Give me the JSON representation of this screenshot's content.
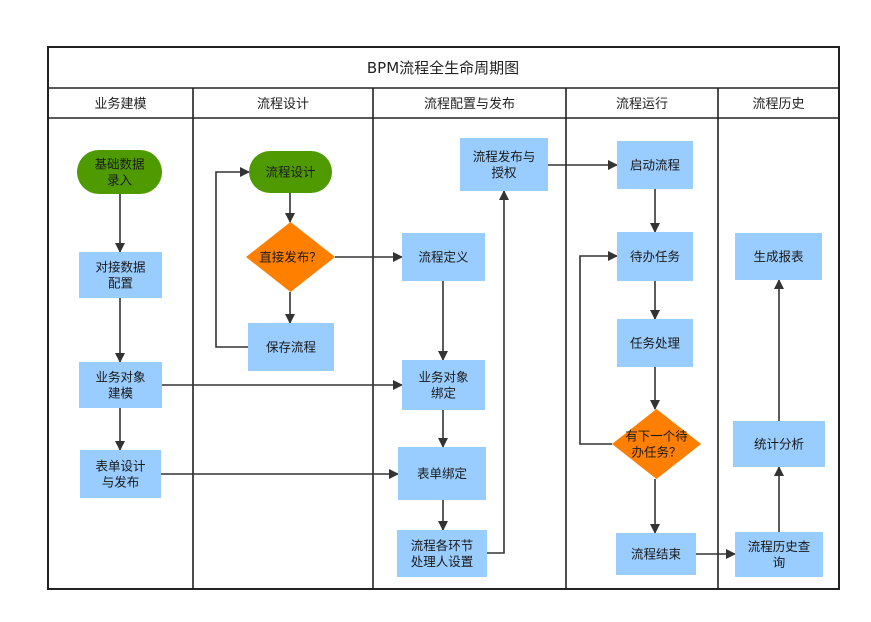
{
  "title": "BPM流程全生命周期图",
  "colors": {
    "process_fill": "#99ccff",
    "start_fill": "#4f9a00",
    "decision_fill": "#ff7f00",
    "line": "#333333",
    "frame": "#222222"
  },
  "lanes": [
    {
      "id": "lane-business-modeling",
      "label": "业务建模"
    },
    {
      "id": "lane-process-design",
      "label": "流程设计"
    },
    {
      "id": "lane-config-publish",
      "label": "流程配置与发布"
    },
    {
      "id": "lane-process-run",
      "label": "流程运行"
    },
    {
      "id": "lane-process-history",
      "label": "流程历史"
    }
  ],
  "nodes": [
    {
      "id": "basic-data-entry",
      "type": "start",
      "lane": 0,
      "lines": [
        "基础数据",
        "录入"
      ]
    },
    {
      "id": "dock-data-config",
      "type": "process",
      "lane": 0,
      "lines": [
        "对接数据",
        "配置"
      ]
    },
    {
      "id": "business-object-modeling",
      "type": "process",
      "lane": 0,
      "lines": [
        "业务对象",
        "建模"
      ]
    },
    {
      "id": "form-design-publish",
      "type": "process",
      "lane": 0,
      "lines": [
        "表单设计",
        "与发布"
      ]
    },
    {
      "id": "process-design",
      "type": "start",
      "lane": 1,
      "lines": [
        "流程设计"
      ]
    },
    {
      "id": "direct-publish-decision",
      "type": "decision",
      "lane": 1,
      "lines": [
        "直接发布？"
      ]
    },
    {
      "id": "save-process",
      "type": "process",
      "lane": 1,
      "lines": [
        "保存流程"
      ]
    },
    {
      "id": "publish-authorize",
      "type": "process",
      "lane": 2,
      "lines": [
        "流程发布与",
        "授权"
      ]
    },
    {
      "id": "process-definition",
      "type": "process",
      "lane": 2,
      "lines": [
        "流程定义"
      ]
    },
    {
      "id": "business-object-binding",
      "type": "process",
      "lane": 2,
      "lines": [
        "业务对象",
        "绑定"
      ]
    },
    {
      "id": "form-binding",
      "type": "process",
      "lane": 2,
      "lines": [
        "表单绑定"
      ]
    },
    {
      "id": "node-handler-settings",
      "type": "process",
      "lane": 2,
      "lines": [
        "流程各环节",
        "处理人设置"
      ]
    },
    {
      "id": "start-process",
      "type": "process",
      "lane": 3,
      "lines": [
        "启动流程"
      ]
    },
    {
      "id": "pending-task",
      "type": "process",
      "lane": 3,
      "lines": [
        "待办任务"
      ]
    },
    {
      "id": "task-handling",
      "type": "process",
      "lane": 3,
      "lines": [
        "任务处理"
      ]
    },
    {
      "id": "next-task-decision",
      "type": "decision",
      "lane": 3,
      "lines": [
        "有下一个待",
        "办任务？"
      ]
    },
    {
      "id": "process-end",
      "type": "process",
      "lane": 3,
      "lines": [
        "流程结束"
      ]
    },
    {
      "id": "generate-report",
      "type": "process",
      "lane": 4,
      "lines": [
        "生成报表"
      ]
    },
    {
      "id": "statistics-analysis",
      "type": "process",
      "lane": 4,
      "lines": [
        "统计分析"
      ]
    },
    {
      "id": "history-query",
      "type": "process",
      "lane": 4,
      "lines": [
        "流程历史查",
        "询"
      ]
    }
  ],
  "edges": [
    {
      "from": "basic-data-entry",
      "to": "dock-data-config"
    },
    {
      "from": "dock-data-config",
      "to": "business-object-modeling"
    },
    {
      "from": "business-object-modeling",
      "to": "form-design-publish"
    },
    {
      "from": "business-object-modeling",
      "to": "business-object-binding"
    },
    {
      "from": "form-design-publish",
      "to": "form-binding"
    },
    {
      "from": "process-design",
      "to": "direct-publish-decision"
    },
    {
      "from": "direct-publish-decision",
      "to": "save-process"
    },
    {
      "from": "save-process",
      "to": "process-design"
    },
    {
      "from": "direct-publish-decision",
      "to": "process-definition"
    },
    {
      "from": "process-definition",
      "to": "business-object-binding"
    },
    {
      "from": "business-object-binding",
      "to": "form-binding"
    },
    {
      "from": "form-binding",
      "to": "node-handler-settings"
    },
    {
      "from": "node-handler-settings",
      "to": "publish-authorize"
    },
    {
      "from": "publish-authorize",
      "to": "start-process"
    },
    {
      "from": "start-process",
      "to": "pending-task"
    },
    {
      "from": "pending-task",
      "to": "task-handling"
    },
    {
      "from": "task-handling",
      "to": "next-task-decision"
    },
    {
      "from": "next-task-decision",
      "to": "pending-task"
    },
    {
      "from": "next-task-decision",
      "to": "process-end"
    },
    {
      "from": "process-end",
      "to": "history-query"
    },
    {
      "from": "history-query",
      "to": "statistics-analysis"
    },
    {
      "from": "statistics-analysis",
      "to": "generate-report"
    }
  ]
}
